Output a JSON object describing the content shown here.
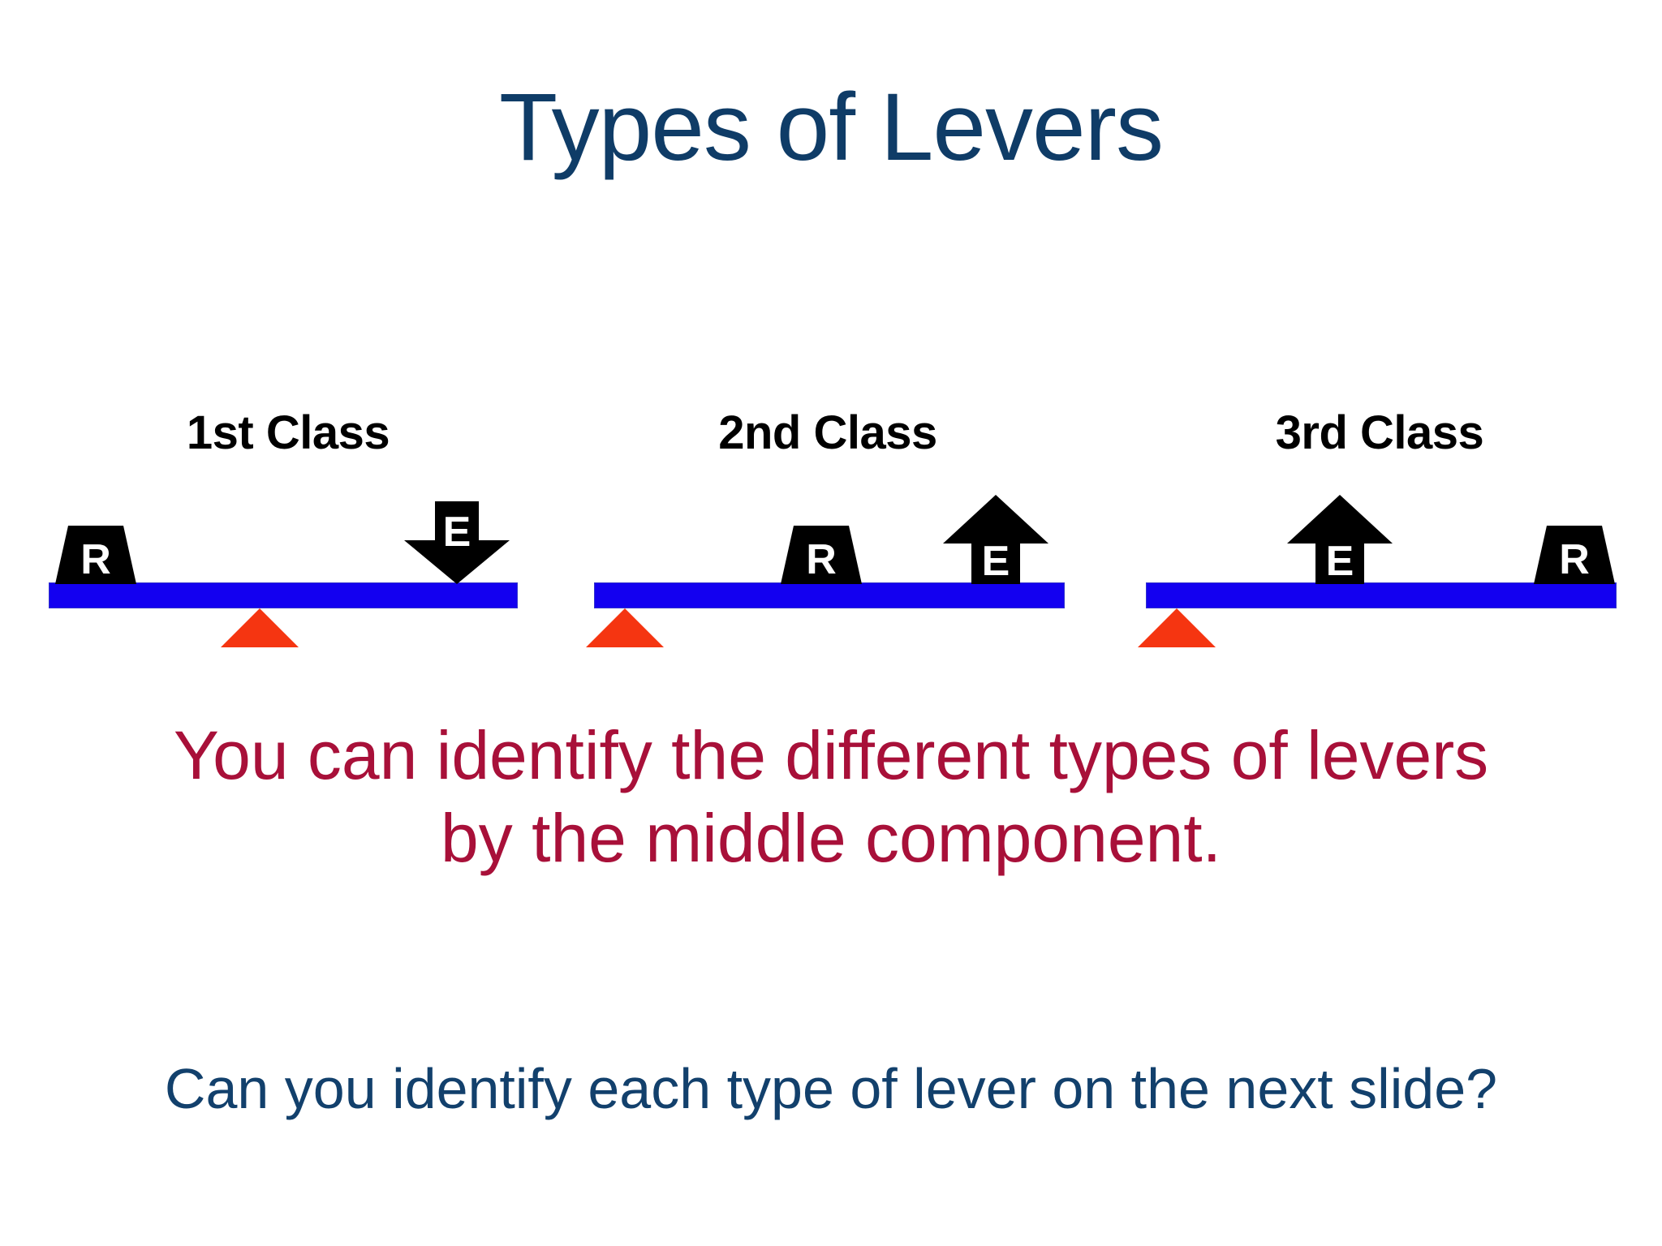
{
  "slide": {
    "title": "Types of Levers",
    "background_color": "#FFFFFF",
    "title_color": "#0F3C67"
  },
  "colors": {
    "title_navy": "#0F3C67",
    "body_navy": "#12406C",
    "body_crimson": "#A81039",
    "beam_blue": "#1300F0",
    "fulcrum_red": "#F53511",
    "marker_black": "#000000",
    "marker_letter_white": "#FFFFFF"
  },
  "diagrams": [
    {
      "label": "1st Class",
      "markers": [
        {
          "letter": "R",
          "shape": "trapezoid-down",
          "meaning": "resistance",
          "position": "left-end-on-beam"
        },
        {
          "letter": "E",
          "shape": "arrow-down",
          "meaning": "effort",
          "position": "right-end-on-beam"
        }
      ],
      "fulcrum": {
        "shape": "triangle-up",
        "position": "middle-left",
        "meaning": "fulcrum"
      }
    },
    {
      "label": "2nd Class",
      "markers": [
        {
          "letter": "R",
          "shape": "trapezoid-down",
          "meaning": "resistance",
          "position": "middle-on-beam"
        },
        {
          "letter": "E",
          "shape": "arrow-up",
          "meaning": "effort",
          "position": "right-end-on-beam"
        }
      ],
      "fulcrum": {
        "shape": "triangle-up",
        "position": "left-end",
        "meaning": "fulcrum"
      }
    },
    {
      "label": "3rd Class",
      "markers": [
        {
          "letter": "E",
          "shape": "arrow-up",
          "meaning": "effort",
          "position": "middle-on-beam"
        },
        {
          "letter": "R",
          "shape": "trapezoid-down",
          "meaning": "resistance",
          "position": "right-end-on-beam"
        }
      ],
      "fulcrum": {
        "shape": "triangle-up",
        "position": "left-end",
        "meaning": "fulcrum"
      }
    }
  ],
  "body": {
    "statement_line1": "You can identify the different types of levers",
    "statement_line2": "by the middle component.",
    "question": "Can you identify each type of lever on the next slide?"
  }
}
